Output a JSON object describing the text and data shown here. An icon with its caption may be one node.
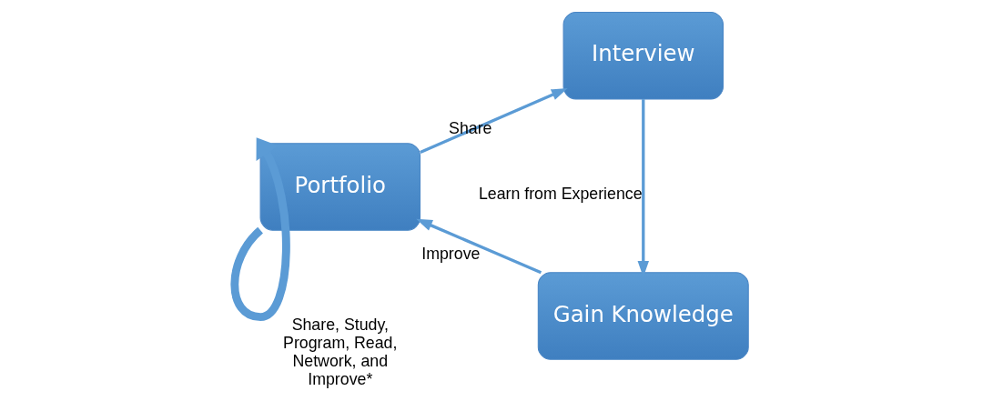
{
  "diagram": {
    "nodes": [
      {
        "text": [
          "Portfolio"
        ]
      },
      {
        "text": [
          "Interview"
        ]
      },
      {
        "text": [
          "Gain Knowledge"
        ]
      }
    ],
    "edges": [
      {
        "from": 0,
        "to": 1,
        "arrow": "to",
        "label": "Share"
      },
      {
        "from": 1,
        "to": 2,
        "arrow": "to",
        "label": "Learn from Experience"
      },
      {
        "from": 2,
        "to": 0,
        "arrow": "to",
        "label": "Improve"
      },
      {
        "from": 0,
        "to": 0,
        "arrow": "to",
        "label": "Share, Study, Program, Read, Network, and Improve*",
        "style": "thick"
      }
    ]
  }
}
